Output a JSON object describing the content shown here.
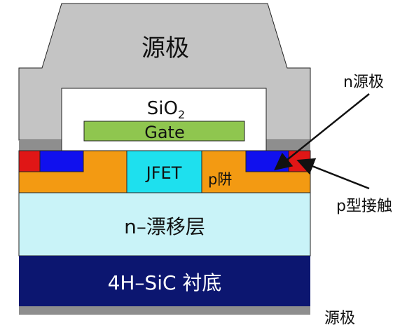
{
  "labels": {
    "source_top": "源极",
    "oxide_main": "SiO",
    "oxide_sub": "2",
    "gate": "Gate",
    "jfet": "JFET",
    "p_well": "p阱",
    "drift": "n–漂移层",
    "substrate": "4H–SiC 衬底",
    "n_source": "n源极",
    "p_contact": "p型接触",
    "bottom_electrode": "源极"
  },
  "colors": {
    "metal": "#c4c4c4",
    "metal_dark": "#8e8e8e",
    "oxide": "#ffffff",
    "gate": "#8fc64f",
    "n_plus": "#1010ee",
    "p_plus": "#e01616",
    "p_well": "#f39a12",
    "jfet": "#1ee0ee",
    "drift": "#c9f3f8",
    "substrate": "#0c1670",
    "outline": "#222222"
  }
}
